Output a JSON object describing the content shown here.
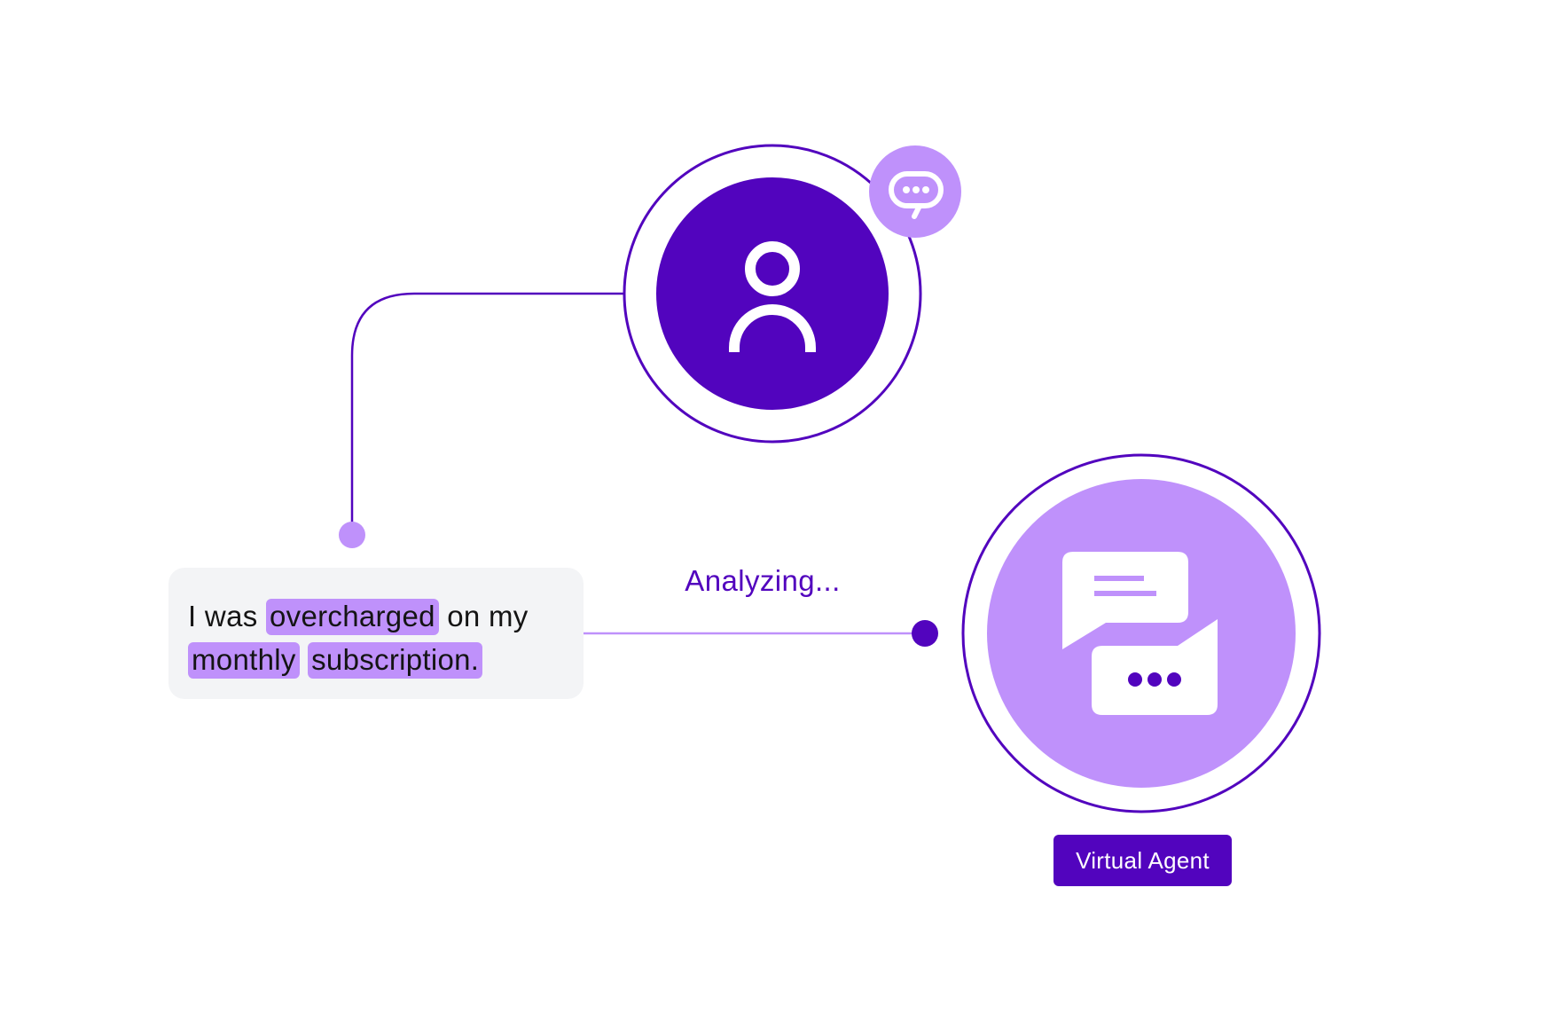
{
  "colors": {
    "primary": "#5204be",
    "accent": "#bf91fb",
    "card_bg": "#f3f4f6",
    "text": "#141414",
    "white": "#ffffff"
  },
  "message": {
    "segments": [
      {
        "text": "I was",
        "highlighted": false
      },
      {
        "text": "overcharged",
        "highlighted": true
      },
      {
        "text": "on my",
        "highlighted": false
      },
      {
        "text": "monthly",
        "highlighted": true
      },
      {
        "text": "subscription.",
        "highlighted": true
      }
    ]
  },
  "status": {
    "label": "Analyzing..."
  },
  "agent": {
    "label": "Virtual Agent"
  },
  "icons": {
    "user_node": "user-icon",
    "user_badge": "chat-bubble-icon",
    "agent_node": "conversation-icon"
  }
}
